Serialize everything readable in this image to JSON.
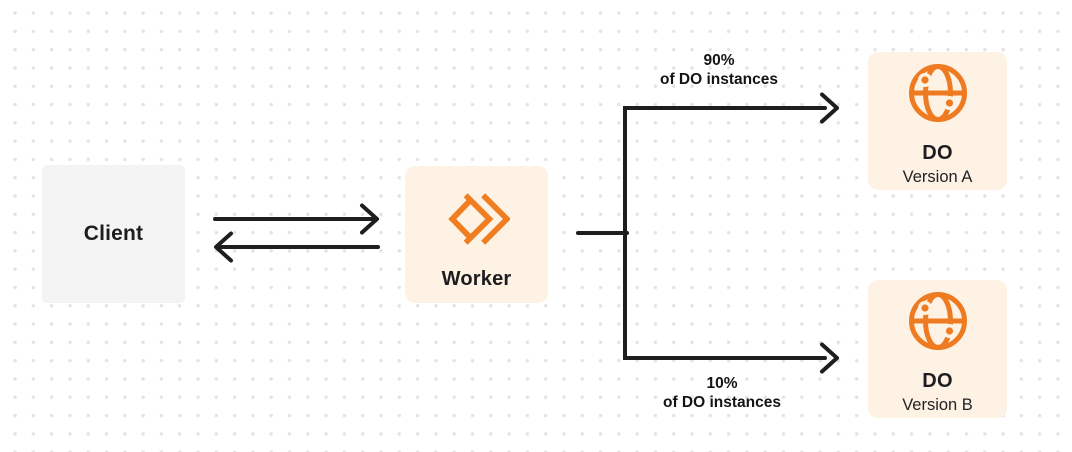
{
  "nodes": {
    "client": {
      "label": "Client"
    },
    "worker": {
      "label": "Worker"
    },
    "do_version_a": {
      "title": "DO",
      "subtitle": "Version A"
    },
    "do_version_b": {
      "title": "DO",
      "subtitle": "Version B"
    }
  },
  "branches": {
    "top": {
      "percent": "90%",
      "caption": "of DO instances"
    },
    "bottom": {
      "percent": "10%",
      "caption": "of DO instances"
    }
  },
  "icons": {
    "worker_icon": "workers-chevrons-icon",
    "durable_object_icon": "globe-icon"
  },
  "colors": {
    "orange": "#f07d1f",
    "cream_box": "#fdf2e3",
    "gray_box": "#f4f4f5",
    "line": "#1e1e1e",
    "text": "#1d1d1f",
    "dot_grid": "#e4e4e6",
    "background": "#ffffff"
  }
}
